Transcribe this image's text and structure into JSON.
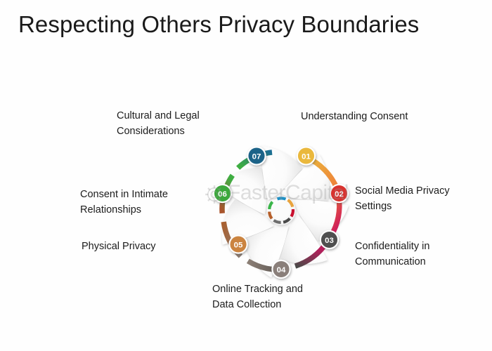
{
  "slide": {
    "title": "Respecting Others Privacy Boundaries",
    "background": "#fefefe"
  },
  "watermark": {
    "text": "FasterCapital",
    "icon": "gear-icon",
    "color": "#9a9a9a"
  },
  "diagram": {
    "type": "circular-pinwheel-7-step",
    "center_hub": {
      "segments": [
        "#1f8fc4",
        "#3ab54a",
        "#b55f2a",
        "#6d6d6d",
        "#4a4a4a",
        "#c8102e",
        "#e8a33d"
      ]
    },
    "steps": [
      {
        "number": "01",
        "label": "Understanding Consent",
        "badge_color": "#e8b23a",
        "arc_color_start": "#e8b23a",
        "arc_color_end": "#ef7b3b",
        "angle": 25
      },
      {
        "number": "02",
        "label": "Social Media Privacy\nSettings",
        "badge_color": "#d6332f",
        "arc_color_start": "#ef6a35",
        "arc_color_end": "#cf1a5b",
        "angle": 77
      },
      {
        "number": "03",
        "label": "Confidentiality in\nCommunication",
        "badge_color": "#4d4d4d",
        "arc_color_start": "#c4185e",
        "arc_color_end": "#4a4a48",
        "angle": 129
      },
      {
        "number": "04",
        "label": "Online Tracking and\nData Collection",
        "badge_color": "#847a76",
        "arc_color_start": "#5a5550",
        "arc_color_end": "#8a7d74",
        "angle": 180
      },
      {
        "number": "05",
        "label": "Physical Privacy",
        "badge_color": "#c98240",
        "arc_color_start": "#8a7d74",
        "arc_color_end": "#a9602f",
        "angle": 231
      },
      {
        "number": "06",
        "label": "Consent in Intimate\nRelationships",
        "badge_color": "#3aa83a",
        "arc_color_start": "#a9542c",
        "arc_color_end": "#3fae42",
        "angle": 283
      },
      {
        "number": "07",
        "label": "Cultural and Legal\nConsiderations",
        "badge_color": "#1c5f80",
        "arc_color_start": "#3fae42",
        "arc_color_end": "#1c7fa8",
        "angle": 334
      }
    ]
  }
}
